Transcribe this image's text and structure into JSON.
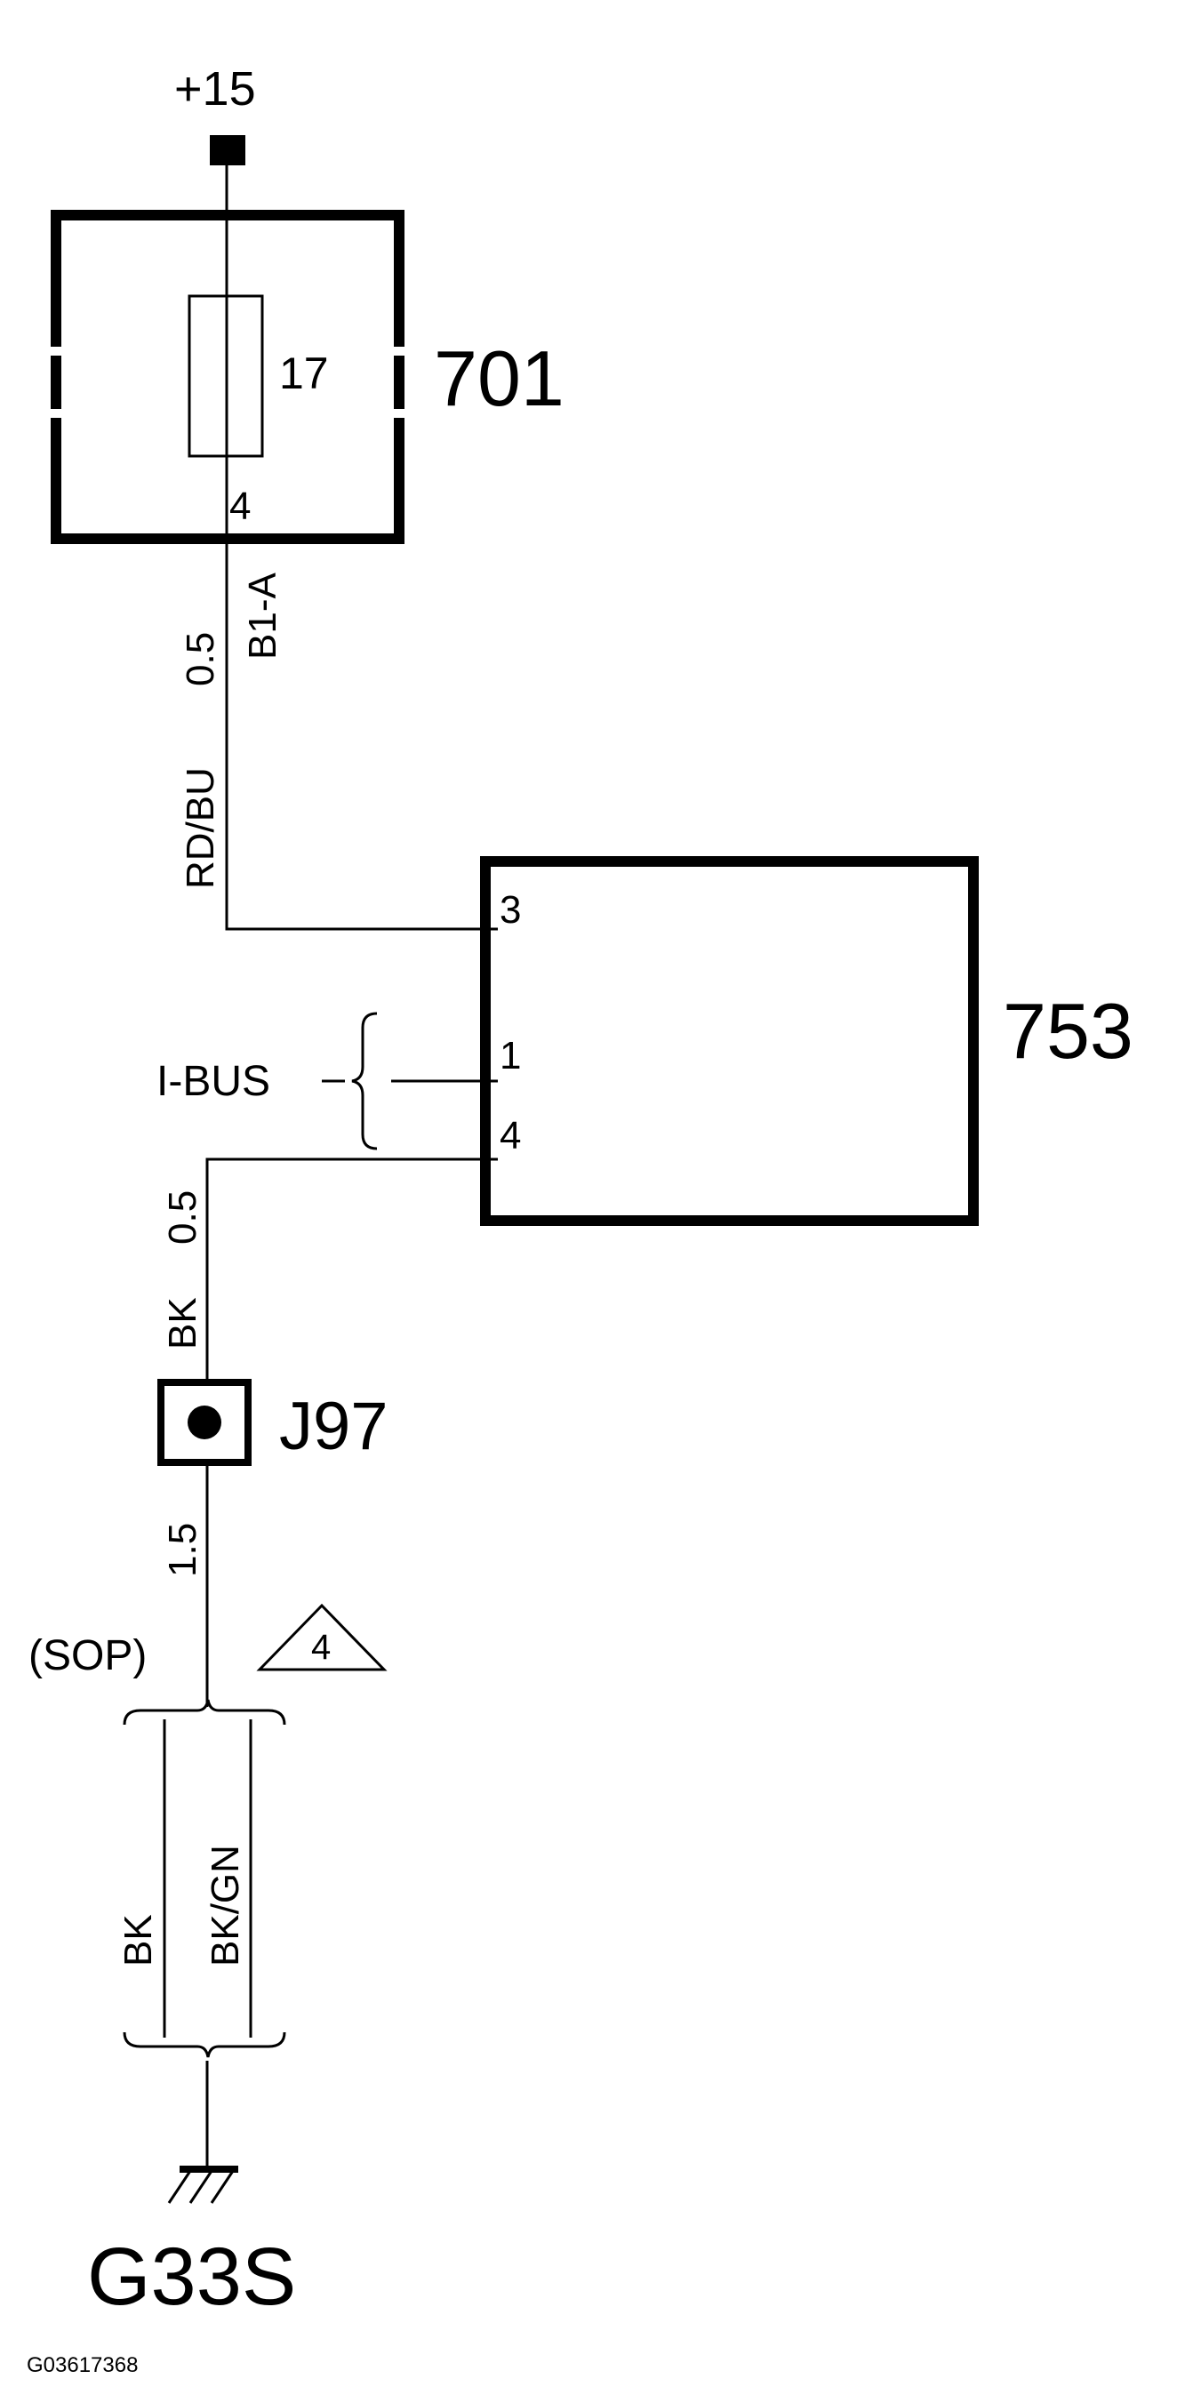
{
  "diagram": {
    "supply_label": "+15",
    "fuse_block": {
      "id": "701",
      "fuse_number": "17",
      "pin": "4"
    },
    "wire_1": {
      "connector": "B1-A",
      "gauge": "0.5",
      "color": "RD/BU"
    },
    "module": {
      "id": "753",
      "pin_power": "3",
      "pin_bus": "1",
      "pin_ground": "4"
    },
    "bus_label": "I-BUS",
    "wire_2": {
      "gauge": "0.5",
      "color": "BK"
    },
    "splice": {
      "id": "J97"
    },
    "wire_3": {
      "gauge": "1.5"
    },
    "variant_label": "(SOP)",
    "note_ref": "4",
    "alt_wires": {
      "left_color": "BK",
      "right_color": "BK/GN"
    },
    "ground": {
      "id": "G33S"
    },
    "figure_code": "G03617368"
  }
}
